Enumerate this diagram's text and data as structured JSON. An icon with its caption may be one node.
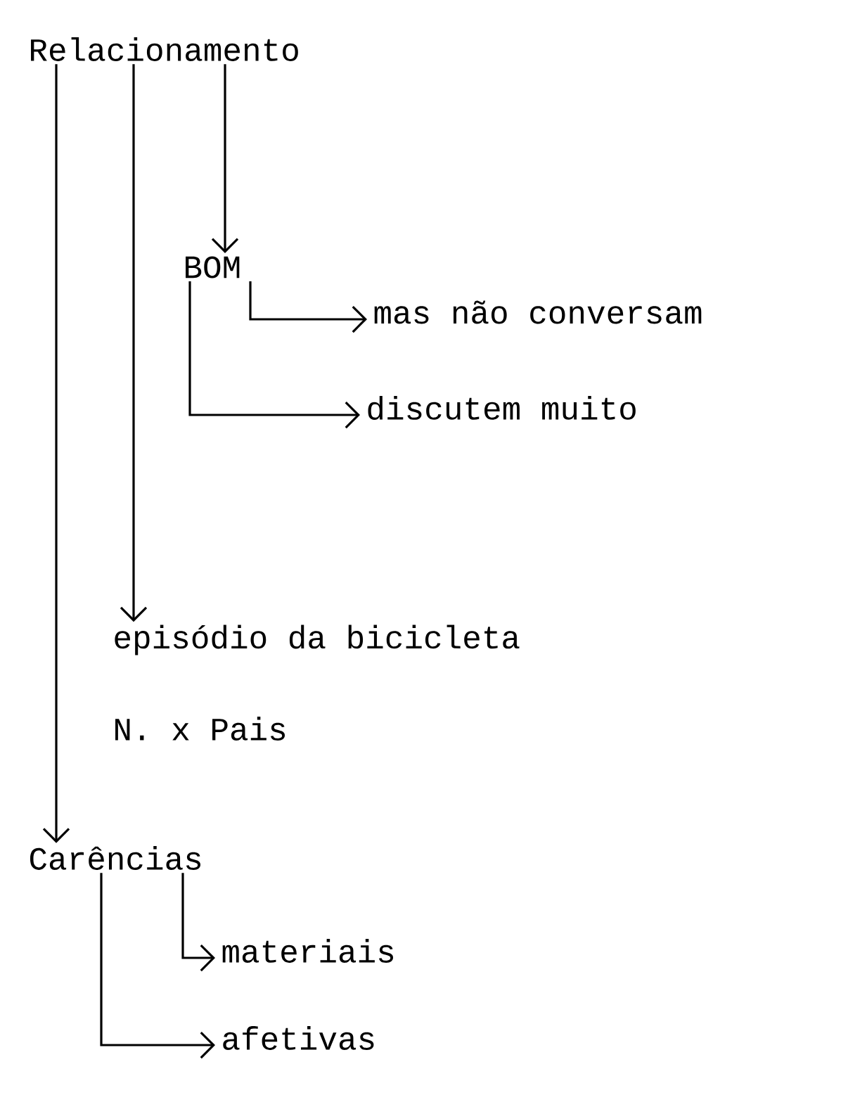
{
  "diagram": {
    "nodes": [
      {
        "text": [
          "Relacionamento"
        ]
      },
      {
        "text": [
          "BOM"
        ]
      },
      {
        "text": [
          "mas não conversam"
        ]
      },
      {
        "text": [
          "discutem muito"
        ]
      },
      {
        "text": [
          "episódio da bicicleta"
        ]
      },
      {
        "text": [
          "Carências"
        ]
      },
      {
        "text": [
          "materiais"
        ]
      },
      {
        "text": [
          "afetivas"
        ]
      }
    ],
    "edges": [
      {
        "from": 0,
        "to": 1,
        "arrow": "to"
      },
      {
        "from": 0,
        "to": 4,
        "arrow": "to"
      },
      {
        "from": 0,
        "to": 5,
        "arrow": "to"
      },
      {
        "from": 1,
        "to": 2,
        "arrow": "to"
      },
      {
        "from": 1,
        "to": 3,
        "arrow": "to"
      },
      {
        "from": 5,
        "to": 6,
        "arrow": "to"
      },
      {
        "from": 5,
        "to": 7,
        "arrow": "to"
      }
    ],
    "labels": [
      "N. x Pais"
    ]
  }
}
